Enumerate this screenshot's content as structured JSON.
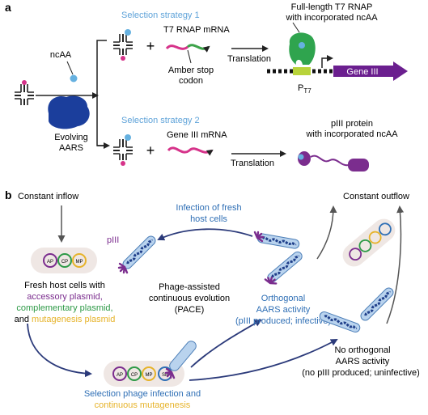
{
  "panel_a": {
    "label": "a",
    "strategy1": "Selection strategy 1",
    "strategy2": "Selection strategy 2",
    "ncaa": "ncAA",
    "evolving_aars": [
      "Evolving",
      "AARS"
    ],
    "t7_mrna": "T7 RNAP mRNA",
    "amber_stop": [
      "Amber stop",
      "codon"
    ],
    "translation_1": "Translation",
    "full_length_t7": [
      "Full-length T7 RNAP",
      "with incorporated ncAA"
    ],
    "promoter": "P",
    "promoter_sub": "T7",
    "gene_iii": "Gene III",
    "gene_iii_mrna": "Gene III mRNA",
    "translation_2": "Translation",
    "piii_protein": [
      "pIII protein",
      "with incorporated ncAA"
    ],
    "plus": "+"
  },
  "panel_b": {
    "label": "b",
    "constant_inflow": "Constant inflow",
    "constant_outflow": "Constant outflow",
    "infection_fresh": [
      "Infection of fresh",
      "host cells"
    ],
    "piii": "pIII",
    "fresh_host_line1": "Fresh host cells with",
    "accessory": "accessory plasmid,",
    "complementary": "complementary plasmid,",
    "and_text": "and ",
    "mutagenesis": "mutagenesis plasmid",
    "pace": [
      "Phage-assisted",
      "continuous evolution",
      "(PACE)"
    ],
    "orthogonal": [
      "Orthogonal",
      "AARS activity",
      "(pIII produced; infective)"
    ],
    "no_orthogonal": [
      "No orthogonal",
      "AARS activity",
      "(no pIII produced; uninfective)"
    ],
    "selection_phage": "Selection phage infection and",
    "continuous_mutagenesis": "continuous mutagenesis",
    "plasmids": [
      "AP",
      "CP",
      "MP",
      "SP"
    ]
  },
  "colors": {
    "accessory": "#7b2d8e",
    "complementary": "#2e9a47",
    "mutagenesis": "#e6b32a",
    "selection": "#2f6fb5",
    "blue_text": "#5fa3d9",
    "arrow_navy": "#2b3a7a",
    "aars_blue": "#1b3e9c",
    "ncaa_blue": "#66b1e0",
    "mrna_pink": "#d6338a",
    "mrna_green": "#3da34a",
    "gene_purple": "#6b1f8f"
  }
}
